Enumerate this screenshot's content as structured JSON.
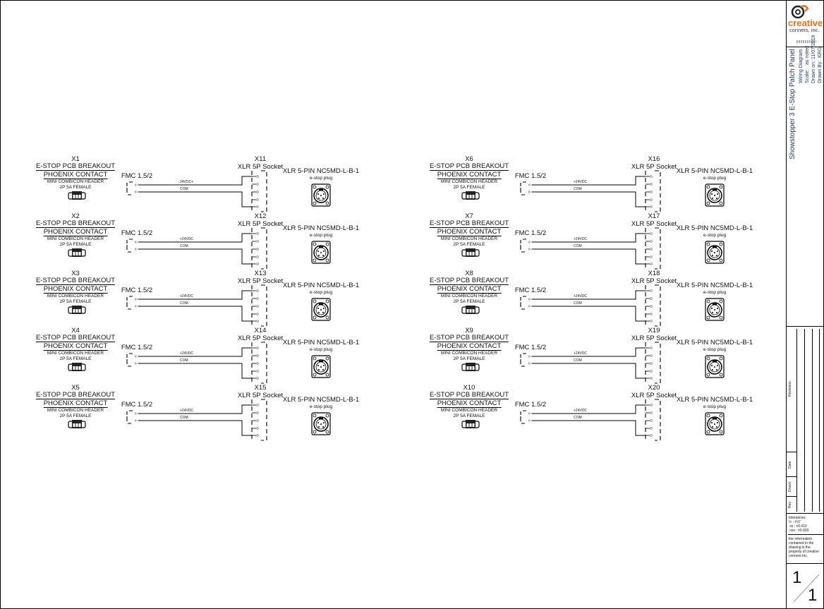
{
  "units": [
    {
      "id": "X1",
      "pcb": "E-STOP PCB BREAKOUT",
      "maker": "PHOENIX CONTACT",
      "header": "MINI COMBICON HEADER",
      "rating": "2P 5A FEMALE",
      "fmc": "FMC 1.5/2",
      "wire1": "24VDC+",
      "wire2": "COM",
      "socket_id": "X11",
      "socket": "XLR 5P Socket",
      "plug": "XLR 5-PIN NC5MD-L-B-1",
      "plug_note": "e-stop plug"
    },
    {
      "id": "X2",
      "pcb": "E-STOP PCB BREAKOUT",
      "maker": "PHOENIX CONTACT",
      "header": "MINI COMBICON HEADER",
      "rating": "2P 5A FEMALE",
      "fmc": "FMC 1.5/2",
      "wire1": "+24VDC",
      "wire2": "COM",
      "socket_id": "X12",
      "socket": "XLR 5P Socket",
      "plug": "XLR 5-PIN NC5MD-L-B-1",
      "plug_note": "e-stop plug"
    },
    {
      "id": "X3",
      "pcb": "E-STOP PCB BREAKOUT",
      "maker": "PHOENIX CONTACT",
      "header": "MINI COMBICON HEADER",
      "rating": "2P 5A FEMALE",
      "fmc": "FMC 1.5/2",
      "wire1": "+24VDC",
      "wire2": "COM",
      "socket_id": "X13",
      "socket": "XLR 5P Socket",
      "plug": "XLR 5-PIN NC5MD-L-B-1",
      "plug_note": "e-stop plug"
    },
    {
      "id": "X4",
      "pcb": "E-STOP PCB BREAKOUT",
      "maker": "PHOENIX CONTACT",
      "header": "MINI COMBICON HEADER",
      "rating": "2P 5A FEMALE",
      "fmc": "FMC 1.5/2",
      "wire1": "+24VDC",
      "wire2": "COM",
      "socket_id": "X14",
      "socket": "XLR 5P Socket",
      "plug": "XLR 5-PIN NC5MD-L-B-1",
      "plug_note": "e-stop plug"
    },
    {
      "id": "X5",
      "pcb": "E-STOP PCB BREAKOUT",
      "maker": "PHOENIX CONTACT",
      "header": "MINI COMBICON HEADER",
      "rating": "2P 5A FEMALE",
      "fmc": "FMC 1.5/2",
      "wire1": "+24VDC",
      "wire2": "COM",
      "socket_id": "X15",
      "socket": "XLR 5P Socket",
      "plug": "XLR 5-PIN NC5MD-L-B-1",
      "plug_note": "e-stop plug"
    },
    {
      "id": "X6",
      "pcb": "E-STOP PCB BREAKOUT",
      "maker": "PHOENIX CONTACT",
      "header": "MINI COMBICON HEADER",
      "rating": "2P 5A FEMALE",
      "fmc": "FMC 1.5/2",
      "wire1": "+24VDC",
      "wire2": "COM",
      "socket_id": "X16",
      "socket": "XLR 5P Socket",
      "plug": "XLR 5-PIN NC5MD-L-B-1",
      "plug_note": "e-stop plug"
    },
    {
      "id": "X7",
      "pcb": "E-STOP PCB BREAKOUT",
      "maker": "PHOENIX CONTACT",
      "header": "MINI COMBICON HEADER",
      "rating": "2P 5A FEMALE",
      "fmc": "FMC 1.5/2",
      "wire1": "+24VDC",
      "wire2": "COM",
      "socket_id": "X17",
      "socket": "XLR 5P Socket",
      "plug": "XLR 5-PIN NC5MD-L-B-1",
      "plug_note": "e-stop plug"
    },
    {
      "id": "X8",
      "pcb": "E-STOP PCB BREAKOUT",
      "maker": "PHOENIX CONTACT",
      "header": "MINI COMBICON HEADER",
      "rating": "2P 5A FEMALE",
      "fmc": "FMC 1.5/2",
      "wire1": "+24VDC",
      "wire2": "COM",
      "socket_id": "X18",
      "socket": "XLR 5P Socket",
      "plug": "XLR 5-PIN NC5MD-L-B-1",
      "plug_note": "e-stop plug"
    },
    {
      "id": "X9",
      "pcb": "E-STOP PCB BREAKOUT",
      "maker": "PHOENIX CONTACT",
      "header": "MINI COMBICON HEADER",
      "rating": "2P 5A FEMALE",
      "fmc": "FMC 1.5/2",
      "wire1": "+24VDC",
      "wire2": "COM",
      "socket_id": "X19",
      "socket": "XLR 5P Socket",
      "plug": "XLR 5-PIN NC5MD-L-B-1",
      "plug_note": "e-stop plug"
    },
    {
      "id": "X10",
      "pcb": "E-STOP PCB BREAKOUT",
      "maker": "PHOENIX CONTACT",
      "header": "MINI COMBICON HEADER",
      "rating": "2P 5A FEMALE",
      "fmc": "FMC 1.5/2",
      "wire1": "+24VDC",
      "wire2": "COM",
      "socket_id": "X20",
      "socket": "XLR 5P Socket",
      "plug": "XLR 5-PIN NC5MD-L-B-1",
      "plug_note": "e-stop plug"
    }
  ],
  "title_block": {
    "logo_word": "creative",
    "logo_sub": "conners, inc.",
    "title": "Showstopper 3 E-Stop Patch Panel",
    "subtitle": "Wiring Diagram",
    "scale_label": "Scale:",
    "scale_value": "as noted",
    "drawn_on_label": "Drawn on:",
    "drawn_on_value": "11/07/2019",
    "drawn_by_label": "Drawn By:",
    "drawn_by_value": "KRG",
    "revisions_label": "Revisions",
    "date_label": "Date",
    "drawn_label": "Drawn",
    "rev_label": "Rev.",
    "tolerances_title": "tolerances:",
    "tol_fraction": "½ : ±⅛\"",
    "tol_2": ".xx : ±0.010",
    "tol_3": ".xxx : ±0.003",
    "notice": "the information contained in the drawing is the property of creative conners inc.",
    "sheet": "1",
    "sheets": "1"
  },
  "colors": {
    "logo_orange": "#e8731c",
    "title_blue": "#1f3864",
    "line": "#000000"
  }
}
